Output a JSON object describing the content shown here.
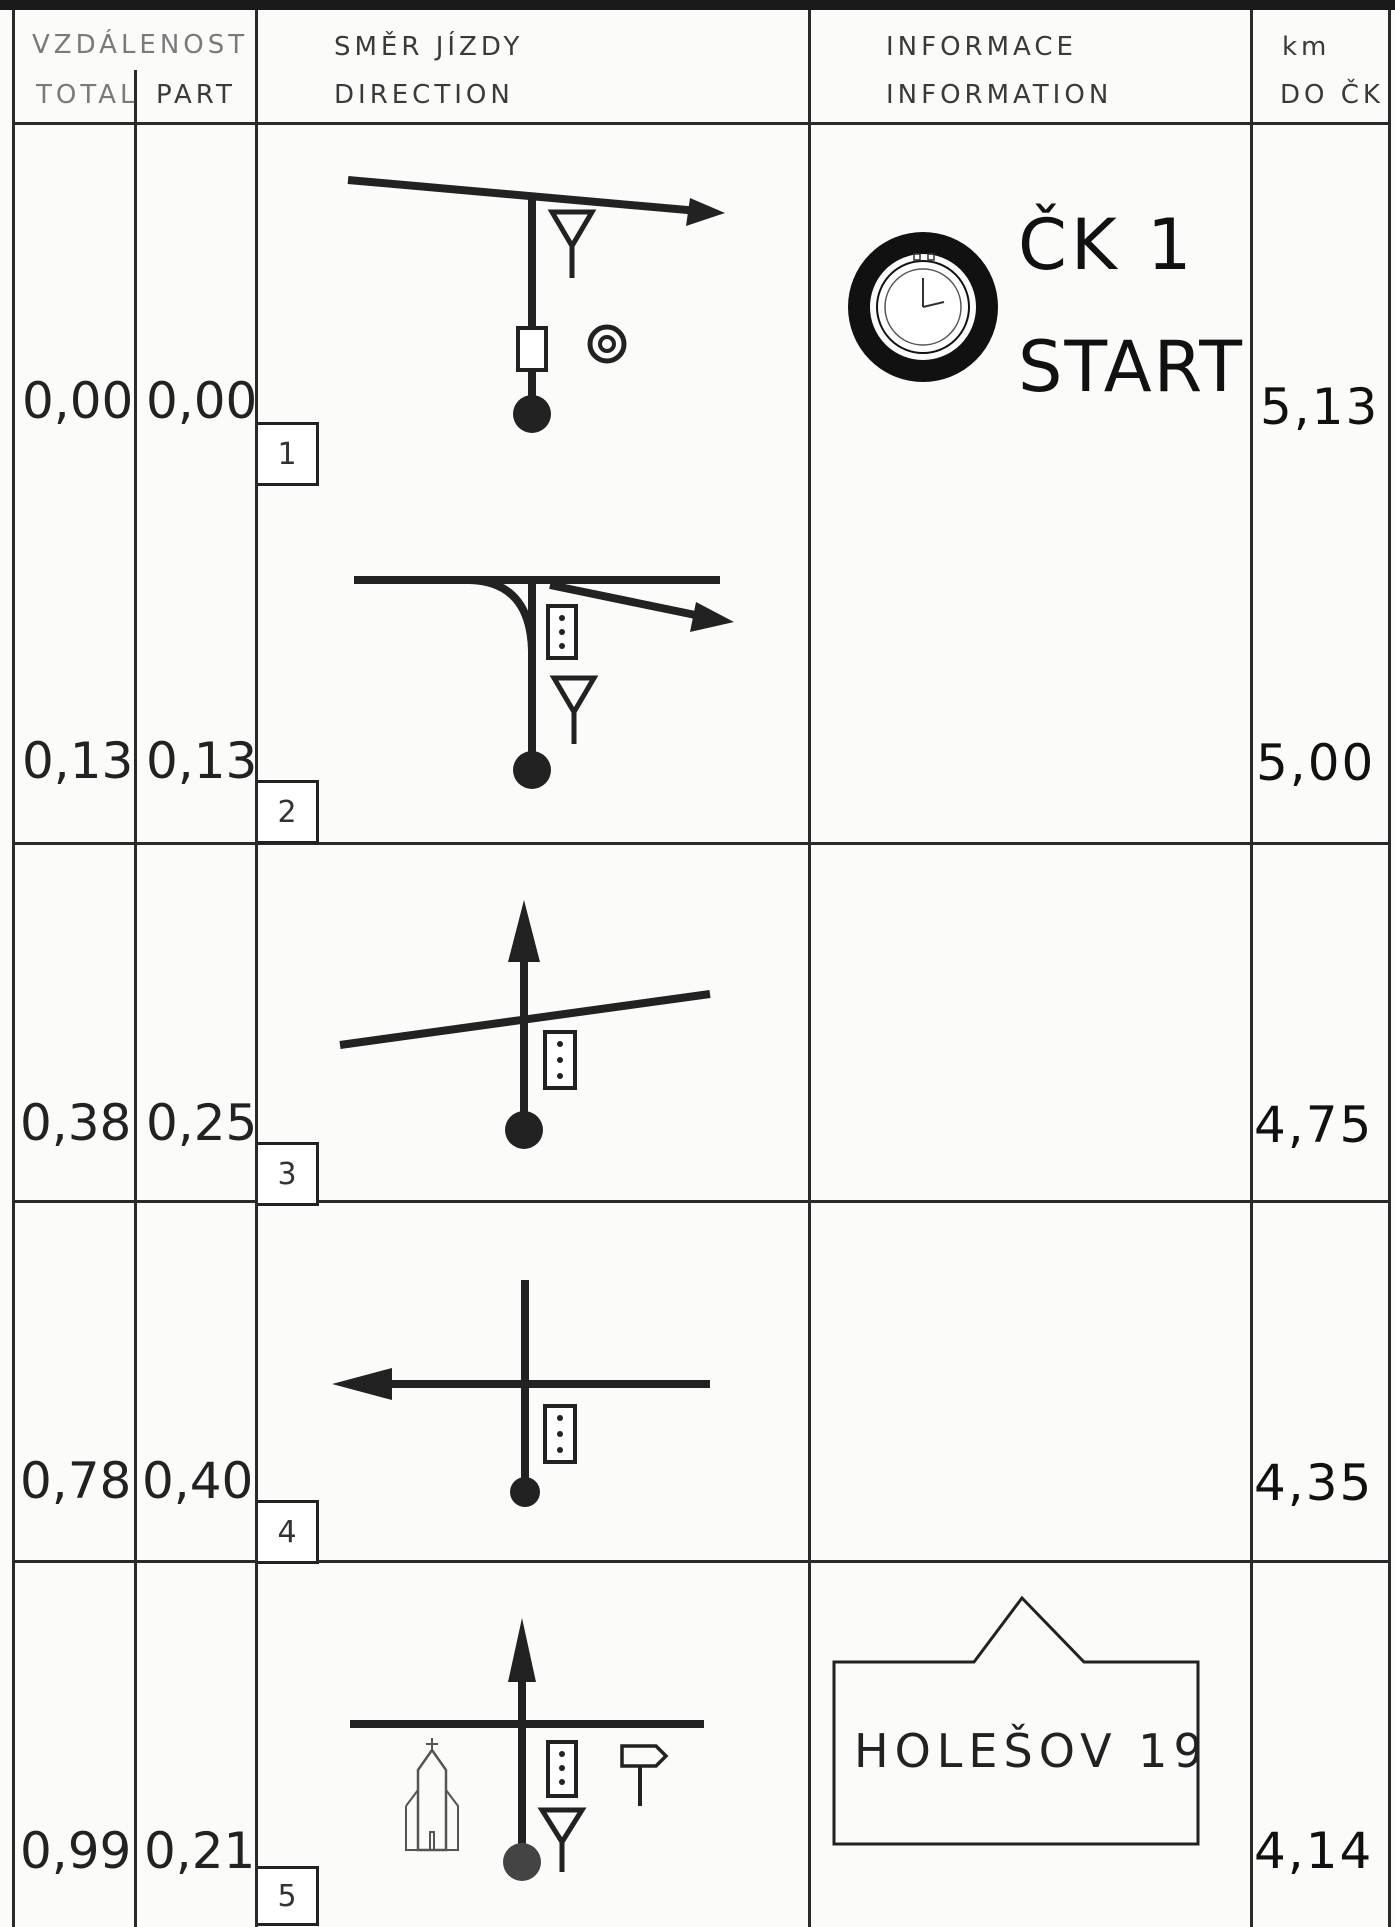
{
  "header": {
    "distance_label": "VZDÁLENOST",
    "total_label": "TOTAL",
    "part_label": "PART",
    "direction_cz": "SMĚR JÍZDY",
    "direction_en": "DIRECTION",
    "info_cz": "INFORMACE",
    "info_en": "INFORMATION",
    "km_label": "km",
    "km_to_ck": "DO ČK"
  },
  "rows": [
    {
      "total": "0,00",
      "part": "0,00",
      "step": "1",
      "km": "5,13"
    },
    {
      "total": "0,13",
      "part": "0,13",
      "step": "2",
      "km": "5,00"
    },
    {
      "total": "0,38",
      "part": "0,25",
      "step": "3",
      "km": "4,75"
    },
    {
      "total": "0,78",
      "part": "0,40",
      "step": "4",
      "km": "4,35"
    },
    {
      "total": "0,99",
      "part": "0,21",
      "step": "5",
      "km": "4,14"
    }
  ],
  "info": {
    "checkpoint_label": "ČK 1",
    "start_label": "START",
    "town_sign": "HOLEŠOV 19"
  },
  "icons": [
    "stopwatch-icon",
    "fuel-station-icon",
    "traffic-light-icon",
    "church-icon",
    "signpost-icon",
    "target-icon"
  ]
}
